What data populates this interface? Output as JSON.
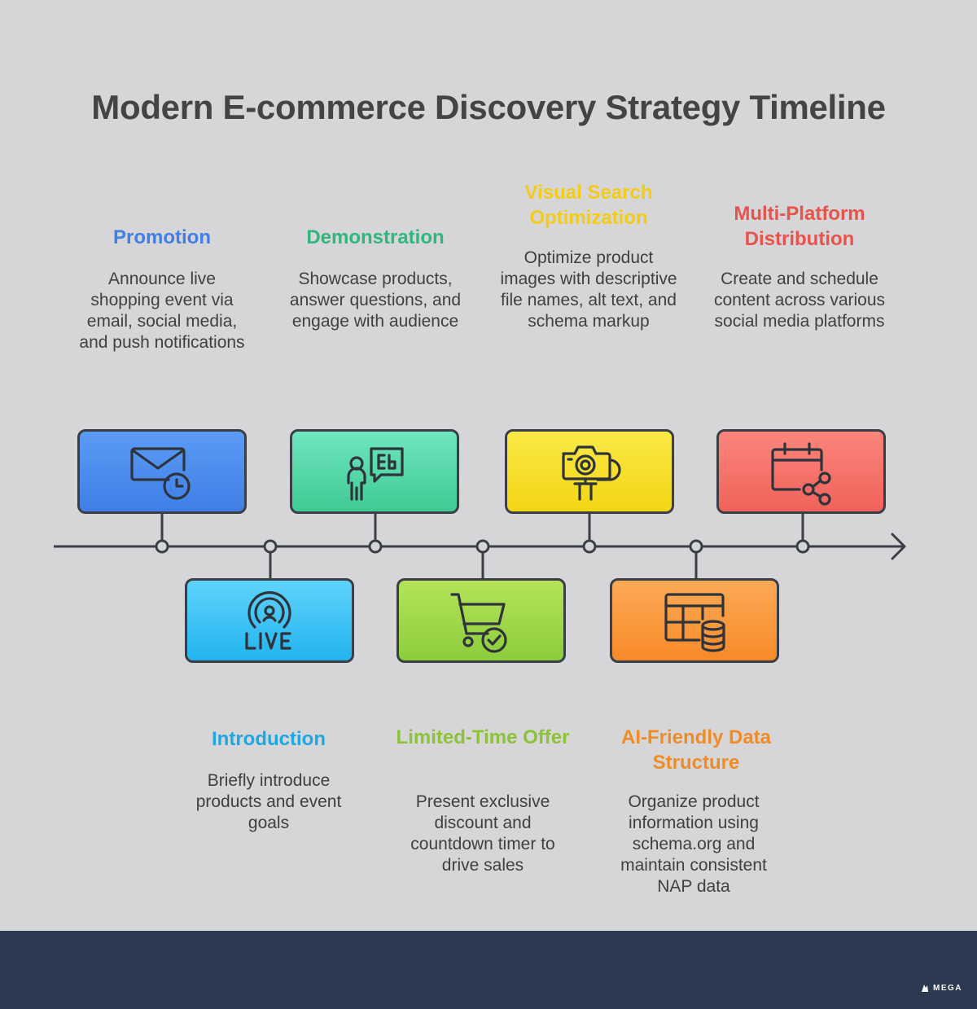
{
  "title": "Modern E-commerce Discovery Strategy Timeline",
  "steps": [
    {
      "label": "Promotion",
      "desc": "Announce live shopping event via email, social media, and push notifications",
      "color": "#3f7fe6",
      "icon": "mail-clock-icon"
    },
    {
      "label": "Introduction",
      "desc": "Briefly introduce products and event goals",
      "color": "#1ea7e0",
      "icon": "live-broadcast-icon"
    },
    {
      "label": "Demonstration",
      "desc": "Showcase products, answer questions, and engage with audience",
      "color": "#2fb77d",
      "icon": "presenter-icon"
    },
    {
      "label": "Limited-Time Offer",
      "desc": "Present exclusive discount and countdown timer to drive sales",
      "color": "#8cc338",
      "icon": "cart-check-icon"
    },
    {
      "label": "Visual Search Optimization",
      "desc": "Optimize product images with descriptive file names, alt text, and schema markup",
      "color": "#f2cc16",
      "icon": "camera-icon"
    },
    {
      "label": "AI-Friendly Data Structure",
      "desc": "Organize product information using schema.org and maintain consistent NAP data",
      "color": "#f08c25",
      "icon": "table-database-icon"
    },
    {
      "label": "Multi-Platform Distribution",
      "desc": "Create and schedule content across various social media platforms",
      "color": "#e8534c",
      "icon": "calendar-share-icon"
    }
  ],
  "footer": {
    "brand": "MEGA"
  }
}
